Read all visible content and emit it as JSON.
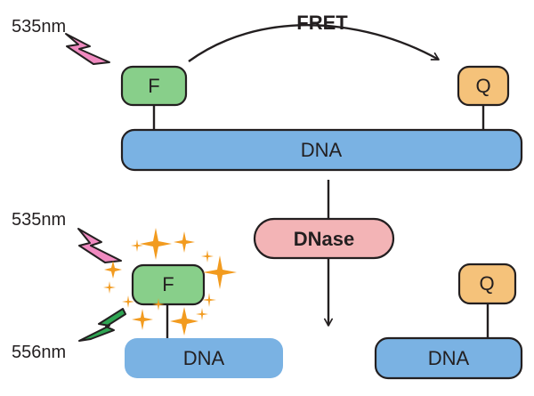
{
  "title": "FRET",
  "top": {
    "excitation_wavelength": "535nm",
    "fluorophore_label": "F",
    "quencher_label": "Q",
    "dna_label": "DNA"
  },
  "enzyme": {
    "label": "DNase"
  },
  "bottom": {
    "excitation_wavelength": "535nm",
    "emission_wavelength": "556nm",
    "fluorophore_label": "F",
    "quencher_label": "Q",
    "dna_left_label": "DNA",
    "dna_right_label": "DNA"
  },
  "colors": {
    "fluorophore_fill": "#88cf8a",
    "quencher_fill": "#f5c27a",
    "dna_fill": "#7ab2e3",
    "dnase_fill": "#f3b4b6",
    "excitation_bolt": "#f08ac0",
    "emission_bolt": "#2fa553",
    "sparkle": "#f29b1f",
    "stroke": "#231f20"
  },
  "icons": {
    "excitation": "lightning-bolt-icon",
    "emission": "lightning-bolt-icon",
    "fluorescence": "sparkle-icon",
    "arrow": "arrow-icon"
  }
}
